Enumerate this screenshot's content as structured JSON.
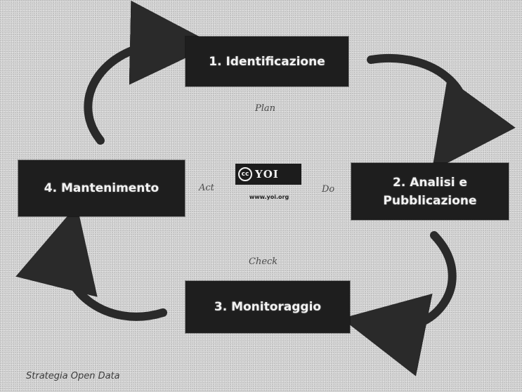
{
  "steps": {
    "step1": "1. Identificazione",
    "step2": "2. Analisi e Pubblicazione",
    "step3": "3. Monitoraggio",
    "step4": "4. Mantenimento"
  },
  "phases": {
    "plan": "Plan",
    "do": "Do",
    "check": "Check",
    "act": "Act"
  },
  "logo": {
    "mark": "cc",
    "name": "YOI",
    "url": "www.yoi.org"
  },
  "caption": "Strategia Open Data",
  "colors": {
    "box": "#1e1e1e",
    "arrow": "#2a2a2a",
    "background": "#d6d6d6"
  },
  "icons": [
    "creative-commons-icon",
    "curved-arrow-icon"
  ]
}
